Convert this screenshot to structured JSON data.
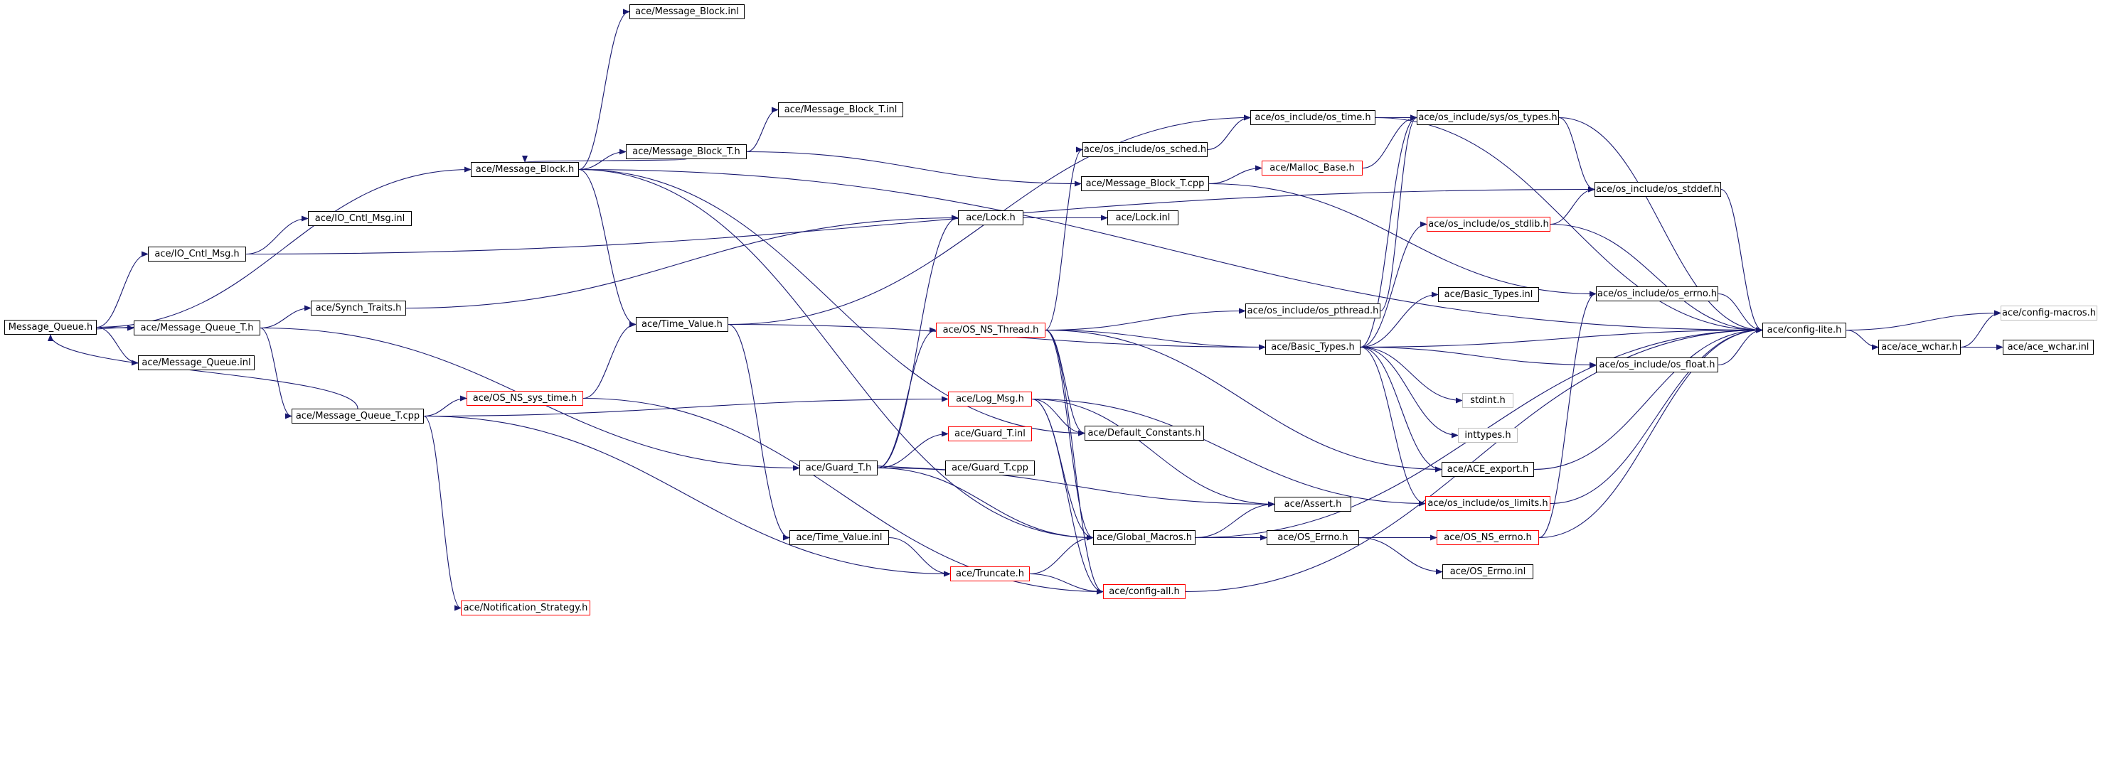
{
  "diagram": {
    "edge_color": "#191970",
    "node_border_colors": {
      "black": "#000000",
      "red": "#ff0000",
      "gray": "#bfbfbf"
    },
    "root_fill": "#bfbfbf",
    "nodes": [
      {
        "id": "root",
        "label": "Message_Queue.h",
        "style": "root"
      },
      {
        "id": "msg_queue_t_h",
        "label": "ace/Message_Queue_T.h",
        "style": "black"
      },
      {
        "id": "msg_queue_inl",
        "label": "ace/Message_Queue.inl",
        "style": "black"
      },
      {
        "id": "io_cntl_msg_h",
        "label": "ace/IO_Cntl_Msg.h",
        "style": "black"
      },
      {
        "id": "io_cntl_msg_inl",
        "label": "ace/IO_Cntl_Msg.inl",
        "style": "black"
      },
      {
        "id": "msg_block_h",
        "label": "ace/Message_Block.h",
        "style": "black"
      },
      {
        "id": "msg_block_inl",
        "label": "ace/Message_Block.inl",
        "style": "black"
      },
      {
        "id": "msg_block_t_h",
        "label": "ace/Message_Block_T.h",
        "style": "black"
      },
      {
        "id": "msg_block_t_inl",
        "label": "ace/Message_Block_T.inl",
        "style": "black"
      },
      {
        "id": "msg_block_t_cpp",
        "label": "ace/Message_Block_T.cpp",
        "style": "black"
      },
      {
        "id": "synch_traits_h",
        "label": "ace/Synch_Traits.h",
        "style": "black"
      },
      {
        "id": "msg_queue_t_cpp",
        "label": "ace/Message_Queue_T.cpp",
        "style": "black"
      },
      {
        "id": "os_ns_sys_time_h",
        "label": "ace/OS_NS_sys_time.h",
        "style": "red"
      },
      {
        "id": "notif_strategy_h",
        "label": "ace/Notification_Strategy.h",
        "style": "red"
      },
      {
        "id": "time_value_h",
        "label": "ace/Time_Value.h",
        "style": "black"
      },
      {
        "id": "time_value_inl",
        "label": "ace/Time_Value.inl",
        "style": "black"
      },
      {
        "id": "lock_h",
        "label": "ace/Lock.h",
        "style": "black"
      },
      {
        "id": "lock_inl",
        "label": "ace/Lock.inl",
        "style": "black"
      },
      {
        "id": "os_ns_thread_h",
        "label": "ace/OS_NS_Thread.h",
        "style": "red"
      },
      {
        "id": "log_msg_h",
        "label": "ace/Log_Msg.h",
        "style": "red"
      },
      {
        "id": "guard_t_inl",
        "label": "ace/Guard_T.inl",
        "style": "red"
      },
      {
        "id": "guard_t_h",
        "label": "ace/Guard_T.h",
        "style": "black"
      },
      {
        "id": "guard_t_cpp",
        "label": "ace/Guard_T.cpp",
        "style": "black"
      },
      {
        "id": "truncate_h",
        "label": "ace/Truncate.h",
        "style": "red"
      },
      {
        "id": "os_sched_h",
        "label": "ace/os_include/os_sched.h",
        "style": "black"
      },
      {
        "id": "os_time_h",
        "label": "ace/os_include/os_time.h",
        "style": "black"
      },
      {
        "id": "malloc_base_h",
        "label": "ace/Malloc_Base.h",
        "style": "red"
      },
      {
        "id": "os_types_h",
        "label": "ace/os_include/sys/os_types.h",
        "style": "black"
      },
      {
        "id": "os_stddef_h",
        "label": "ace/os_include/os_stddef.h",
        "style": "black"
      },
      {
        "id": "os_stdlib_h",
        "label": "ace/os_include/os_stdlib.h",
        "style": "red"
      },
      {
        "id": "basic_types_inl",
        "label": "ace/Basic_Types.inl",
        "style": "black"
      },
      {
        "id": "os_errno_h",
        "label": "ace/os_include/os_errno.h",
        "style": "black"
      },
      {
        "id": "os_pthread_h",
        "label": "ace/os_include/os_pthread.h",
        "style": "black"
      },
      {
        "id": "basic_types_h",
        "label": "ace/Basic_Types.h",
        "style": "black"
      },
      {
        "id": "os_float_h",
        "label": "ace/os_include/os_float.h",
        "style": "black"
      },
      {
        "id": "config_lite_h",
        "label": "ace/config-lite.h",
        "style": "black"
      },
      {
        "id": "config_macros_h",
        "label": "ace/config-macros.h",
        "style": "gray"
      },
      {
        "id": "ace_wchar_h",
        "label": "ace/ace_wchar.h",
        "style": "black"
      },
      {
        "id": "ace_wchar_inl",
        "label": "ace/ace_wchar.inl",
        "style": "black"
      },
      {
        "id": "stdint_h",
        "label": "stdint.h",
        "style": "gray"
      },
      {
        "id": "inttypes_h",
        "label": "inttypes.h",
        "style": "gray"
      },
      {
        "id": "default_constants_h",
        "label": "ace/Default_Constants.h",
        "style": "black"
      },
      {
        "id": "ace_export_h",
        "label": "ace/ACE_export.h",
        "style": "black"
      },
      {
        "id": "os_limits_h",
        "label": "ace/os_include/os_limits.h",
        "style": "red"
      },
      {
        "id": "assert_h",
        "label": "ace/Assert.h",
        "style": "black"
      },
      {
        "id": "global_macros_h",
        "label": "ace/Global_Macros.h",
        "style": "black"
      },
      {
        "id": "os_errno2_h",
        "label": "ace/OS_Errno.h",
        "style": "black"
      },
      {
        "id": "os_ns_errno_h",
        "label": "ace/OS_NS_errno.h",
        "style": "red"
      },
      {
        "id": "os_errno_inl",
        "label": "ace/OS_Errno.inl",
        "style": "black"
      },
      {
        "id": "config_all_h",
        "label": "ace/config-all.h",
        "style": "red"
      }
    ],
    "edges": [
      [
        "root",
        "msg_block_h"
      ],
      [
        "root",
        "io_cntl_msg_h"
      ],
      [
        "root",
        "msg_queue_t_h"
      ],
      [
        "root",
        "msg_queue_inl"
      ],
      [
        "io_cntl_msg_h",
        "io_cntl_msg_inl"
      ],
      [
        "io_cntl_msg_h",
        "os_stddef_h"
      ],
      [
        "msg_block_h",
        "msg_block_inl"
      ],
      [
        "msg_block_h",
        "msg_block_t_h"
      ],
      [
        "msg_block_h",
        "time_value_h"
      ],
      [
        "msg_block_h",
        "config_lite_h"
      ],
      [
        "msg_block_h",
        "default_constants_h"
      ],
      [
        "msg_block_h",
        "global_macros_h"
      ],
      [
        "msg_block_t_h",
        "msg_block_h"
      ],
      [
        "msg_block_t_h",
        "msg_block_t_inl"
      ],
      [
        "msg_block_t_h",
        "msg_block_t_cpp"
      ],
      [
        "msg_block_t_cpp",
        "malloc_base_h"
      ],
      [
        "msg_block_t_cpp",
        "os_errno_h"
      ],
      [
        "msg_queue_t_h",
        "root"
      ],
      [
        "msg_queue_t_h",
        "synch_traits_h"
      ],
      [
        "msg_queue_t_h",
        "msg_queue_t_cpp"
      ],
      [
        "msg_queue_t_h",
        "guard_t_h"
      ],
      [
        "synch_traits_h",
        "lock_h"
      ],
      [
        "msg_queue_t_cpp",
        "root"
      ],
      [
        "msg_queue_t_cpp",
        "os_ns_sys_time_h"
      ],
      [
        "msg_queue_t_cpp",
        "notif_strategy_h"
      ],
      [
        "msg_queue_t_cpp",
        "log_msg_h"
      ],
      [
        "msg_queue_t_cpp",
        "truncate_h"
      ],
      [
        "os_ns_sys_time_h",
        "time_value_h"
      ],
      [
        "os_ns_sys_time_h",
        "config_all_h"
      ],
      [
        "time_value_h",
        "os_time_h"
      ],
      [
        "time_value_h",
        "basic_types_h"
      ],
      [
        "time_value_h",
        "time_value_inl"
      ],
      [
        "time_value_inl",
        "truncate_h"
      ],
      [
        "lock_h",
        "lock_inl"
      ],
      [
        "guard_t_h",
        "lock_h"
      ],
      [
        "guard_t_h",
        "os_ns_thread_h"
      ],
      [
        "guard_t_h",
        "guard_t_inl"
      ],
      [
        "guard_t_h",
        "global_macros_h"
      ],
      [
        "guard_t_h",
        "assert_h"
      ],
      [
        "guard_t_cpp",
        "guard_t_h"
      ],
      [
        "os_ns_thread_h",
        "os_sched_h"
      ],
      [
        "os_ns_thread_h",
        "os_pthread_h"
      ],
      [
        "os_ns_thread_h",
        "basic_types_h"
      ],
      [
        "os_ns_thread_h",
        "default_constants_h"
      ],
      [
        "os_ns_thread_h",
        "global_macros_h"
      ],
      [
        "os_ns_thread_h",
        "config_all_h"
      ],
      [
        "os_ns_thread_h",
        "ace_export_h"
      ],
      [
        "log_msg_h",
        "default_constants_h"
      ],
      [
        "log_msg_h",
        "global_macros_h"
      ],
      [
        "log_msg_h",
        "config_all_h"
      ],
      [
        "log_msg_h",
        "os_limits_h"
      ],
      [
        "log_msg_h",
        "assert_h"
      ],
      [
        "truncate_h",
        "global_macros_h"
      ],
      [
        "truncate_h",
        "config_all_h"
      ],
      [
        "os_sched_h",
        "os_time_h"
      ],
      [
        "os_time_h",
        "os_types_h"
      ],
      [
        "os_time_h",
        "config_lite_h"
      ],
      [
        "malloc_base_h",
        "os_types_h"
      ],
      [
        "os_types_h",
        "os_stddef_h"
      ],
      [
        "os_types_h",
        "config_lite_h"
      ],
      [
        "os_stddef_h",
        "config_lite_h"
      ],
      [
        "os_stdlib_h",
        "os_stddef_h"
      ],
      [
        "os_stdlib_h",
        "config_lite_h"
      ],
      [
        "os_pthread_h",
        "os_types_h"
      ],
      [
        "basic_types_h",
        "os_types_h"
      ],
      [
        "basic_types_h",
        "os_stdlib_h"
      ],
      [
        "basic_types_h",
        "basic_types_inl"
      ],
      [
        "basic_types_h",
        "config_lite_h"
      ],
      [
        "basic_types_h",
        "os_float_h"
      ],
      [
        "basic_types_h",
        "stdint_h"
      ],
      [
        "basic_types_h",
        "inttypes_h"
      ],
      [
        "basic_types_h",
        "ace_export_h"
      ],
      [
        "basic_types_h",
        "os_limits_h"
      ],
      [
        "os_errno_h",
        "config_lite_h"
      ],
      [
        "os_float_h",
        "config_lite_h"
      ],
      [
        "config_lite_h",
        "config_macros_h"
      ],
      [
        "config_lite_h",
        "ace_wchar_h"
      ],
      [
        "ace_wchar_h",
        "config_macros_h"
      ],
      [
        "ace_wchar_h",
        "ace_wchar_inl"
      ],
      [
        "ace_export_h",
        "config_lite_h"
      ],
      [
        "os_limits_h",
        "config_lite_h"
      ],
      [
        "global_macros_h",
        "assert_h"
      ],
      [
        "global_macros_h",
        "os_errno2_h"
      ],
      [
        "global_macros_h",
        "config_lite_h"
      ],
      [
        "os_errno2_h",
        "os_ns_errno_h"
      ],
      [
        "os_errno2_h",
        "os_errno_inl"
      ],
      [
        "os_ns_errno_h",
        "os_errno_h"
      ],
      [
        "os_ns_errno_h",
        "config_lite_h"
      ],
      [
        "config_all_h",
        "config_lite_h"
      ]
    ]
  }
}
